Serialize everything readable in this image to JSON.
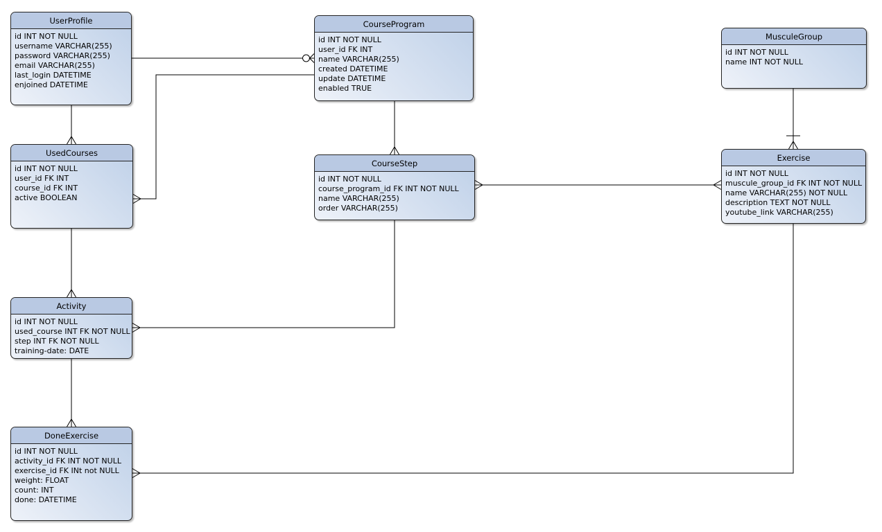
{
  "diagram": {
    "entities": {
      "user_profile": {
        "title": "UserProfile",
        "fields": [
          "id INT NOT NULL",
          "username VARCHAR(255)",
          "password VARCHAR(255)",
          "email VARCHAR(255)",
          "last_login DATETIME",
          "enjoined DATETIME"
        ]
      },
      "course_program": {
        "title": "CourseProgram",
        "fields": [
          "id INT NOT NULL",
          "user_id FK INT",
          "name VARCHAR(255)",
          "created DATETIME",
          "update DATETIME",
          "enabled TRUE"
        ]
      },
      "muscule_group": {
        "title": "MusculeGroup",
        "fields": [
          "id INT NOT NULL",
          "name INT NOT NULL"
        ]
      },
      "used_courses": {
        "title": "UsedCourses",
        "fields": [
          "id INT NOT NULL",
          "user_id FK INT",
          "course_id FK INT",
          "active BOOLEAN"
        ]
      },
      "course_step": {
        "title": "CourseStep",
        "fields": [
          "id INT NOT NULL",
          "course_program_id FK INT NOT NULL",
          "name VARCHAR(255)",
          "order VARCHAR(255)"
        ]
      },
      "exercise": {
        "title": "Exercise",
        "fields": [
          "id INT NOT NULL",
          "muscule_group_id FK INT NOT NULL",
          "name VARCHAR(255) NOT NULL",
          "description TEXT NOT NULL",
          "youtube_link VARCHAR(255)"
        ]
      },
      "activity": {
        "title": "Activity",
        "fields": [
          "id INT NOT NULL",
          "used_course INT FK NOT NULL",
          "step INT FK NOT NULL",
          "training-date: DATE"
        ]
      },
      "done_exercise": {
        "title": "DoneExercise",
        "fields": [
          "id INT NOT NULL",
          "activity_id FK INT NOT NULL",
          "exercise_id FK INt not NULL",
          "weight: FLOAT",
          "count: INT",
          "done: DATETIME"
        ]
      }
    },
    "relationships": [
      {
        "from": "UserProfile",
        "to": "CourseProgram",
        "from_cardinality": "one",
        "to_cardinality": "zero-or-many"
      },
      {
        "from": "UserProfile",
        "to": "UsedCourses",
        "from_cardinality": "one",
        "to_cardinality": "many"
      },
      {
        "from": "CourseProgram",
        "to": "UsedCourses",
        "from_cardinality": "one",
        "to_cardinality": "many"
      },
      {
        "from": "UsedCourses",
        "to": "Activity",
        "from_cardinality": "one",
        "to_cardinality": "many"
      },
      {
        "from": "CourseProgram",
        "to": "CourseStep",
        "from_cardinality": "one",
        "to_cardinality": "many"
      },
      {
        "from": "CourseStep",
        "to": "Activity",
        "from_cardinality": "one",
        "to_cardinality": "many"
      },
      {
        "from": "CourseStep",
        "to": "Exercise",
        "from_cardinality": "many",
        "to_cardinality": "many"
      },
      {
        "from": "MusculeGroup",
        "to": "Exercise",
        "from_cardinality": "one",
        "to_cardinality": "one-or-many"
      },
      {
        "from": "Exercise",
        "to": "DoneExercise",
        "from_cardinality": "one",
        "to_cardinality": "many"
      },
      {
        "from": "Activity",
        "to": "DoneExercise",
        "from_cardinality": "one",
        "to_cardinality": "many"
      }
    ],
    "colors": {
      "header": "#b9c9e3",
      "body_gradient_start": "#edf2f9",
      "body_gradient_end": "#bed0e8",
      "border": "#222222",
      "line": "#000000",
      "background": "#ffffff"
    }
  }
}
